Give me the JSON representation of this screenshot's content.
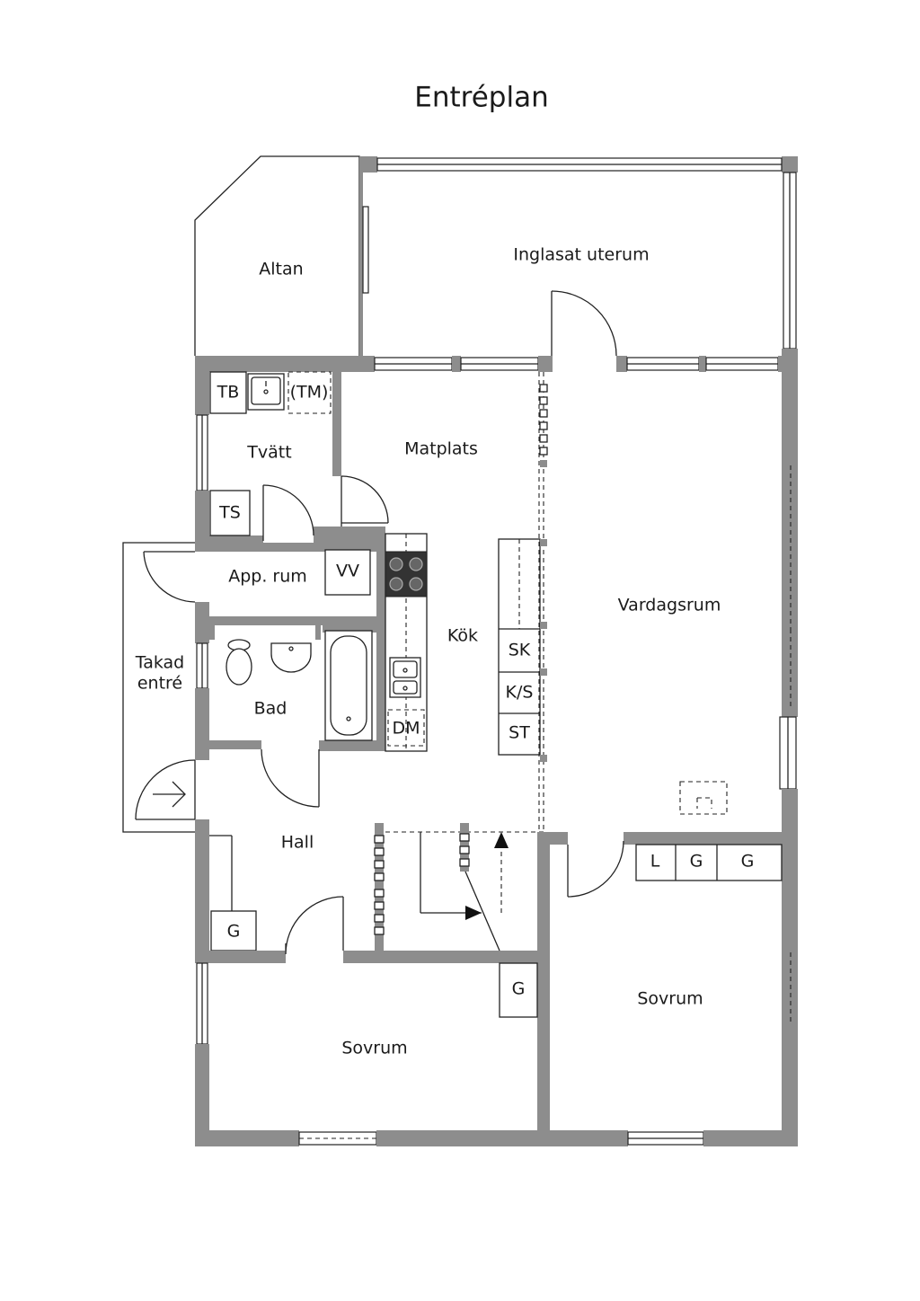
{
  "title": "Entréplan",
  "rooms": {
    "altan": "Altan",
    "uterum": "Inglasat uterum",
    "matplats": "Matplats",
    "tvatt": "Tvätt",
    "app_rum": "App. rum",
    "kok": "Kök",
    "vardagsrum": "Vardagsrum",
    "takad_entre_1": "Takad",
    "takad_entre_2": "entré",
    "bad": "Bad",
    "hall": "Hall",
    "sovrum_left": "Sovrum",
    "sovrum_right": "Sovrum"
  },
  "fixtures": {
    "tb": "TB",
    "tm": "(TM)",
    "ts": "TS",
    "vv": "VV",
    "dm": "DM",
    "sk": "SK",
    "ks": "K/S",
    "st": "ST",
    "l": "L",
    "g_wardrobe_1": "G",
    "g_wardrobe_2": "G",
    "g_hall": "G",
    "g_sovrum": "G"
  }
}
